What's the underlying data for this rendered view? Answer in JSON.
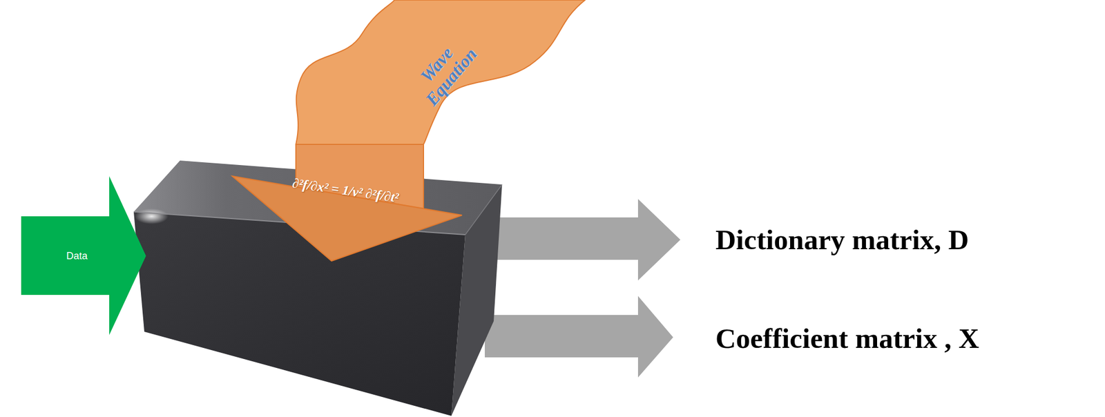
{
  "diagram": {
    "nodes": [
      {
        "text": [
          "Data"
        ]
      },
      {
        "text": [
          "Wave Equation",
          "∂²f/∂x² = 1/v² ∂²f/∂t²"
        ]
      }
    ],
    "labels": [
      "Dictionary matrix, D",
      "Coefficient matrix , X"
    ]
  }
}
